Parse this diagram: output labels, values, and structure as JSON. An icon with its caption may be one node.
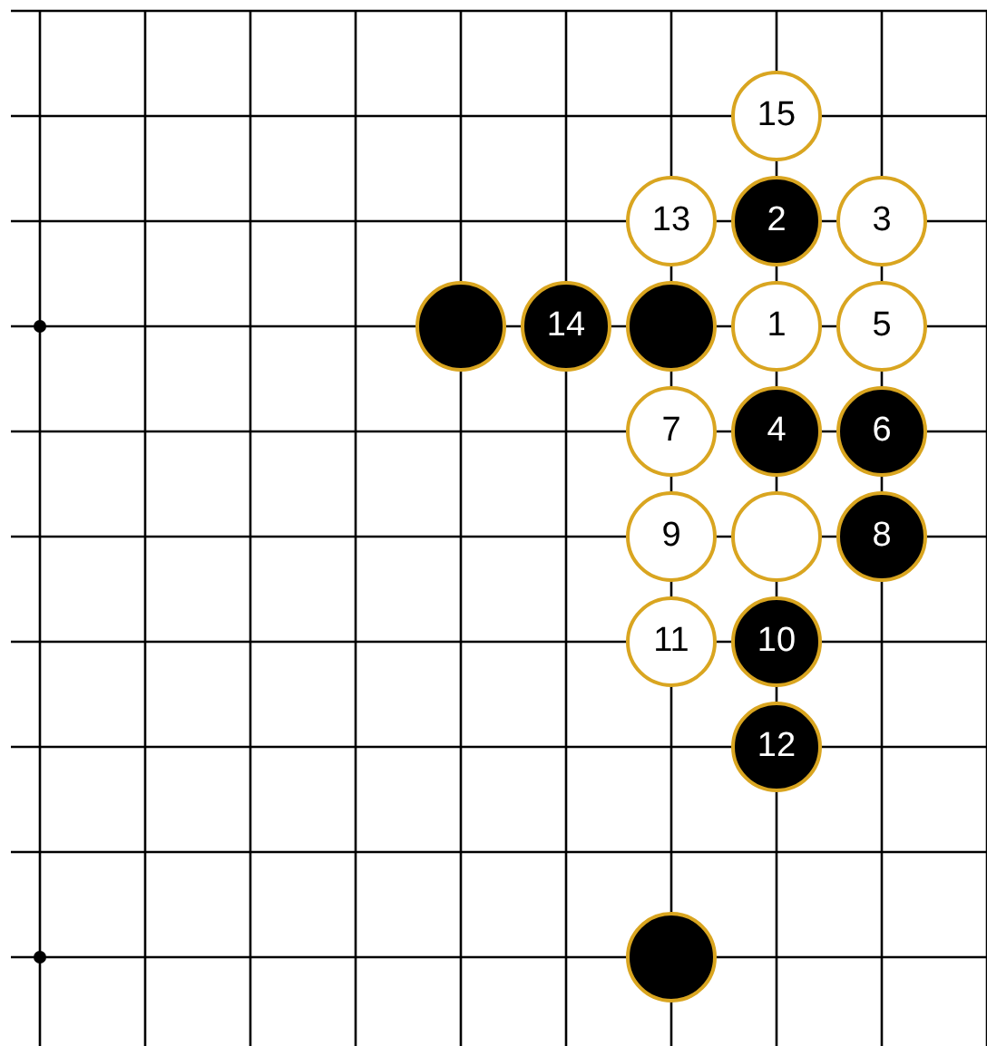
{
  "diagram": {
    "nodes": [
      {
        "text": [
          "15"
        ]
      },
      {
        "text": [
          "13"
        ]
      },
      {
        "text": [
          "2"
        ]
      },
      {
        "text": [
          "3"
        ]
      },
      {
        "text": [],
        "shape": "circle"
      },
      {
        "text": [
          "14"
        ]
      },
      {
        "text": [],
        "shape": "circle"
      },
      {
        "text": [
          "1"
        ]
      },
      {
        "text": [
          "5"
        ]
      },
      {
        "text": [
          "7"
        ]
      },
      {
        "text": [
          "4"
        ]
      },
      {
        "text": [
          "6"
        ]
      },
      {
        "text": [
          "9"
        ]
      },
      {
        "text": [],
        "shape": "circle"
      },
      {
        "text": [
          "8"
        ]
      },
      {
        "text": [
          "11"
        ]
      },
      {
        "text": [
          "10"
        ]
      },
      {
        "text": [
          "12"
        ]
      },
      {
        "text": [],
        "shape": "circle"
      }
    ]
  }
}
